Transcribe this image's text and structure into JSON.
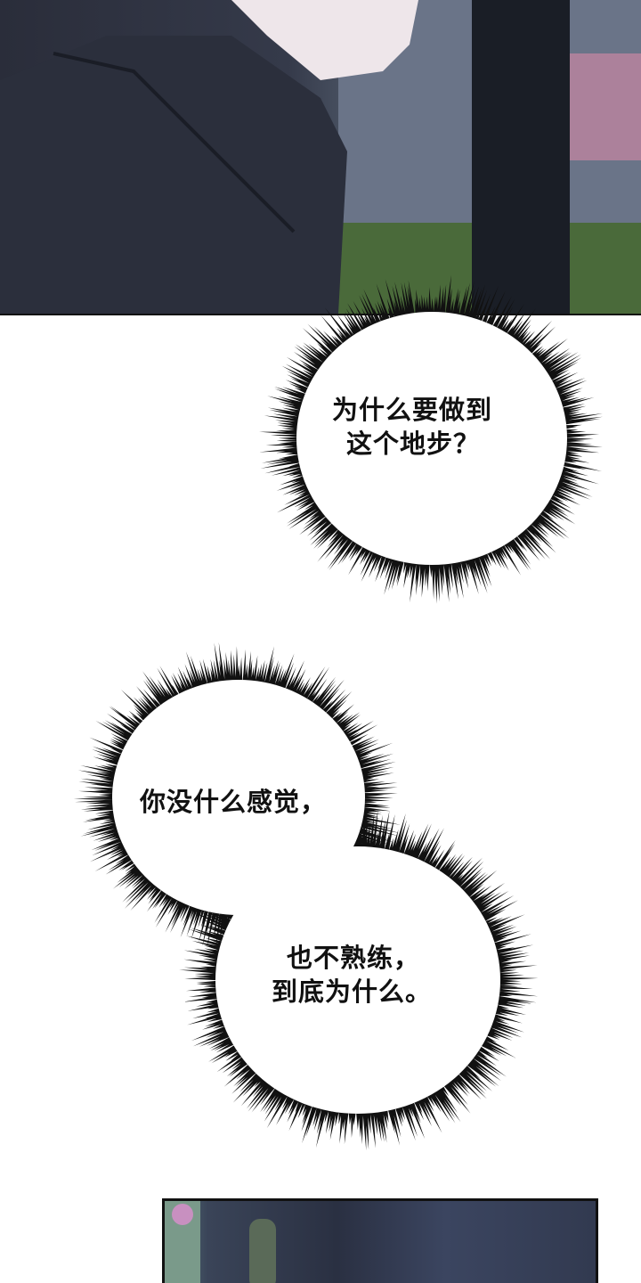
{
  "bubbles": [
    {
      "lines": [
        "为什么要做到",
        "这个地步？"
      ]
    },
    {
      "lines": [
        "你没什么感觉，"
      ]
    },
    {
      "lines": [
        "也不熟练，",
        "到底为什么。"
      ]
    }
  ],
  "colors": {
    "ink": "#111111",
    "scene_dark": "#2a2d3a",
    "grass": "#4a6a3a",
    "blossom": "#d98aa8"
  }
}
